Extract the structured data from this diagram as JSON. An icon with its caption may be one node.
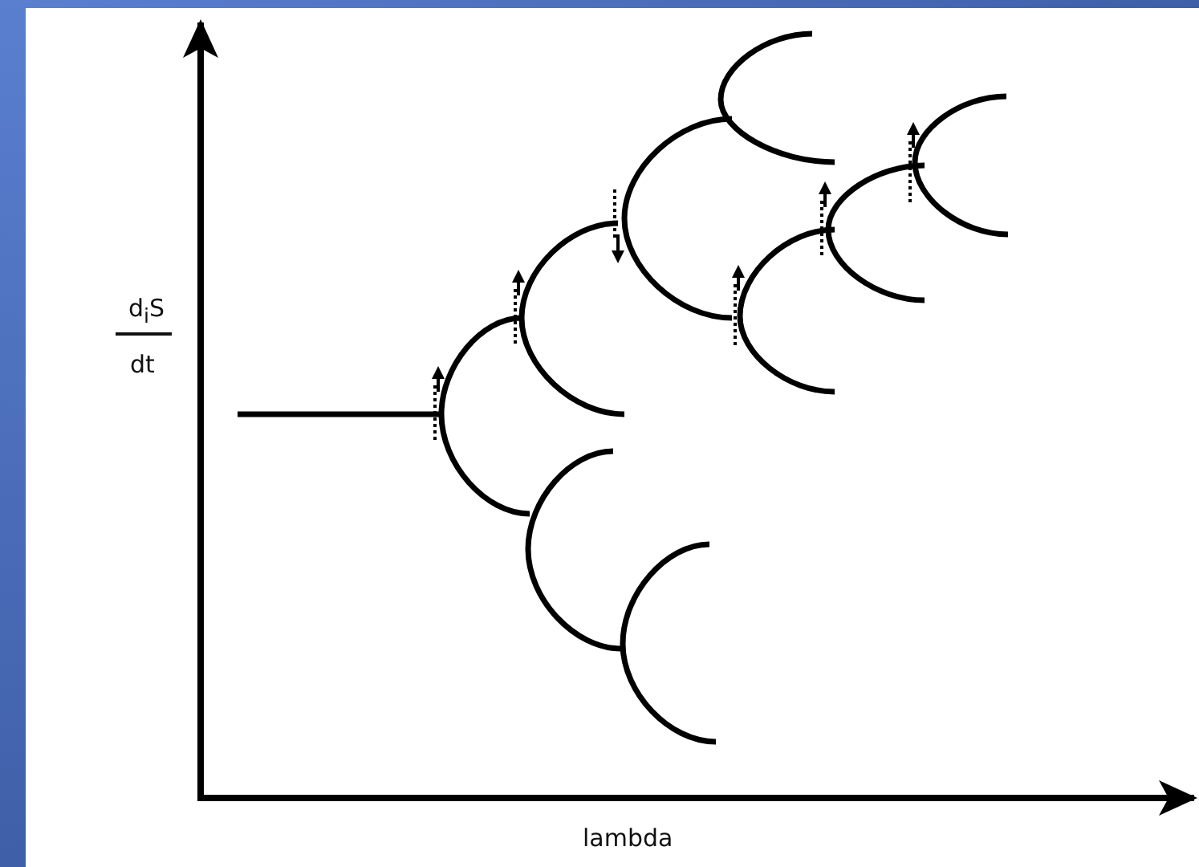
{
  "diagram": {
    "labels": [
      "d$_{i}$S",
      "dt",
      "lambda"
    ]
  }
}
